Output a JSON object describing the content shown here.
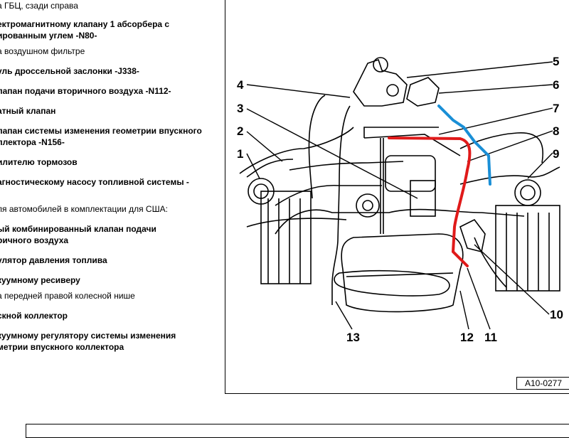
{
  "legend": {
    "items": [
      {
        "text": "а ГБЦ, сзади справа",
        "bold": false
      },
      {
        "text": "ектромагнитному клапану 1 абсорбера с",
        "bold": true
      },
      {
        "text": "ированным углем -N80-",
        "bold": true
      },
      {
        "text": "а воздушном фильтре",
        "bold": false
      },
      {
        "text": "уль дроссельной заслонки -J338-",
        "bold": true
      },
      {
        "text": "лапан подачи вторичного воздуха -N112-",
        "bold": true
      },
      {
        "text": "атный клапан",
        "bold": true
      },
      {
        "text": "лапан системы изменения геометрии впускного",
        "bold": true
      },
      {
        "text": "ллектора -N156-",
        "bold": true
      },
      {
        "text": "илителю тормозов",
        "bold": true
      },
      {
        "text": "агностическому насосу топливной системы -",
        "bold": true
      },
      {
        "text": "-",
        "bold": true
      },
      {
        "text": "ля автомобилей в комплектации для США:",
        "bold": false
      },
      {
        "text": "ый комбинированный клапан подачи",
        "bold": true
      },
      {
        "text": "ричного воздуха",
        "bold": true
      },
      {
        "text": "улятор давления топлива",
        "bold": true
      },
      {
        "text": "куумному ресиверу",
        "bold": true
      },
      {
        "text": "а передней правой колесной нише",
        "bold": false
      },
      {
        "text": "скной коллектор",
        "bold": true
      },
      {
        "text": "куумному регулятору системы изменения",
        "bold": true
      },
      {
        "text": "метрии впускного коллектора",
        "bold": true
      }
    ]
  },
  "figure": {
    "id_label": "A10-0277",
    "callouts": [
      "1",
      "2",
      "3",
      "4",
      "5",
      "6",
      "7",
      "8",
      "9",
      "10",
      "11",
      "12",
      "13"
    ],
    "colors": {
      "red_hose": "#e01a1a",
      "blue_hose": "#1a8fd6",
      "line": "#000000"
    }
  }
}
